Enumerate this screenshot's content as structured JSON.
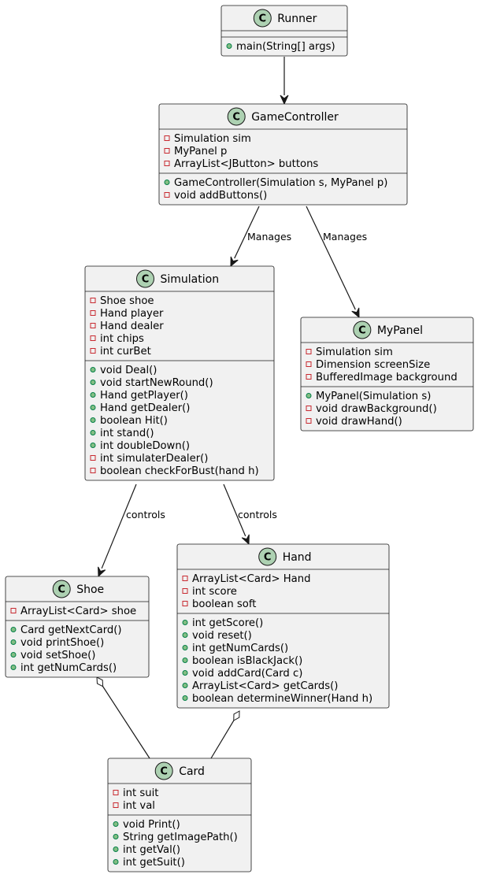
{
  "classes": [
    {
      "id": "runner",
      "name": "Runner",
      "attrs": [],
      "methods": [
        {
          "vis": "public",
          "text": "main(String[] args)"
        }
      ]
    },
    {
      "id": "gamecontroller",
      "name": "GameController",
      "attrs": [
        {
          "vis": "private",
          "text": "Simulation sim"
        },
        {
          "vis": "private",
          "text": "MyPanel p"
        },
        {
          "vis": "private",
          "text": "ArrayList<JButton> buttons"
        }
      ],
      "methods": [
        {
          "vis": "public",
          "text": "GameController(Simulation s, MyPanel p)"
        },
        {
          "vis": "private",
          "text": "void addButtons()"
        }
      ]
    },
    {
      "id": "simulation",
      "name": "Simulation",
      "attrs": [
        {
          "vis": "private",
          "text": "Shoe shoe"
        },
        {
          "vis": "private",
          "text": "Hand player"
        },
        {
          "vis": "private",
          "text": "Hand dealer"
        },
        {
          "vis": "private",
          "text": "int chips"
        },
        {
          "vis": "private",
          "text": "int curBet"
        }
      ],
      "methods": [
        {
          "vis": "public",
          "text": "void Deal()"
        },
        {
          "vis": "public",
          "text": "void startNewRound()"
        },
        {
          "vis": "public",
          "text": "Hand getPlayer()"
        },
        {
          "vis": "public",
          "text": "Hand getDealer()"
        },
        {
          "vis": "public",
          "text": "boolean Hit()"
        },
        {
          "vis": "public",
          "text": "int stand()"
        },
        {
          "vis": "public",
          "text": "int doubleDown()"
        },
        {
          "vis": "private",
          "text": "int simulaterDealer()"
        },
        {
          "vis": "private",
          "text": "boolean checkForBust(hand h)"
        }
      ]
    },
    {
      "id": "mypanel",
      "name": "MyPanel",
      "attrs": [
        {
          "vis": "private",
          "text": "Simulation sim"
        },
        {
          "vis": "private",
          "text": "Dimension screenSize"
        },
        {
          "vis": "private",
          "text": "BufferedImage background"
        }
      ],
      "methods": [
        {
          "vis": "public",
          "text": "MyPanel(Simulation s)"
        },
        {
          "vis": "private",
          "text": "void drawBackground()"
        },
        {
          "vis": "private",
          "text": "void drawHand()"
        }
      ]
    },
    {
      "id": "shoe",
      "name": "Shoe",
      "attrs": [
        {
          "vis": "private",
          "text": "ArrayList<Card> shoe"
        }
      ],
      "methods": [
        {
          "vis": "public",
          "text": "Card getNextCard()"
        },
        {
          "vis": "public",
          "text": "void printShoe()"
        },
        {
          "vis": "public",
          "text": "void setShoe()"
        },
        {
          "vis": "public",
          "text": "int getNumCards()"
        }
      ]
    },
    {
      "id": "hand",
      "name": "Hand",
      "attrs": [
        {
          "vis": "private",
          "text": "ArrayList<Card> Hand"
        },
        {
          "vis": "private",
          "text": "int score"
        },
        {
          "vis": "private",
          "text": "boolean soft"
        }
      ],
      "methods": [
        {
          "vis": "public",
          "text": "int getScore()"
        },
        {
          "vis": "public",
          "text": "void reset()"
        },
        {
          "vis": "public",
          "text": "int getNumCards()"
        },
        {
          "vis": "public",
          "text": "boolean isBlackJack()"
        },
        {
          "vis": "public",
          "text": "void addCard(Card c)"
        },
        {
          "vis": "public",
          "text": "ArrayList<Card> getCards()"
        },
        {
          "vis": "public",
          "text": "boolean determineWinner(Hand h)"
        }
      ]
    },
    {
      "id": "card",
      "name": "Card",
      "attrs": [
        {
          "vis": "private",
          "text": "int suit"
        },
        {
          "vis": "private",
          "text": "int val"
        }
      ],
      "methods": [
        {
          "vis": "public",
          "text": "void Print()"
        },
        {
          "vis": "public",
          "text": "String getImagePath()"
        },
        {
          "vis": "public",
          "text": "int getVal()"
        },
        {
          "vis": "public",
          "text": "int getSuit()"
        }
      ]
    }
  ],
  "relations": [
    {
      "from": "runner",
      "to": "gamecontroller",
      "type": "arrow",
      "label": ""
    },
    {
      "from": "gamecontroller",
      "to": "simulation",
      "type": "arrow",
      "label": "Manages"
    },
    {
      "from": "gamecontroller",
      "to": "mypanel",
      "type": "arrow",
      "label": "Manages"
    },
    {
      "from": "simulation",
      "to": "shoe",
      "type": "arrow",
      "label": "controls"
    },
    {
      "from": "simulation",
      "to": "hand",
      "type": "arrow",
      "label": "controls"
    },
    {
      "from": "shoe",
      "to": "card",
      "type": "aggregation",
      "label": ""
    },
    {
      "from": "hand",
      "to": "card",
      "type": "aggregation",
      "label": ""
    }
  ],
  "circle_letter": "C",
  "colors": {
    "box_fill": "#f1f1f1",
    "circle": "#add1b2",
    "private": "#c82930",
    "public": "#84be84"
  }
}
